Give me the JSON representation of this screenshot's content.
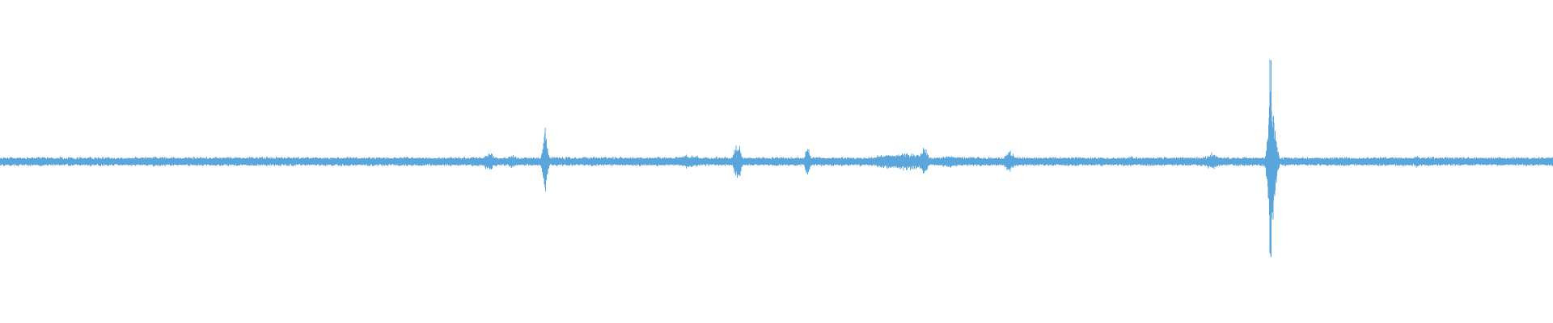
{
  "waveform": {
    "wave_color": "#5aa6dc",
    "background_color": "#ffffff",
    "baseline_amplitude": 0.02,
    "noise_amplitude": 0.012,
    "peaks": [
      {
        "position": 0.019,
        "amplitude": 0.035,
        "width": 0.002
      },
      {
        "position": 0.099,
        "amplitude": 0.04,
        "width": 0.003
      },
      {
        "position": 0.1,
        "amplitude": 0.035,
        "width": 0.004
      },
      {
        "position": 0.224,
        "amplitude": 0.035,
        "width": 0.006
      },
      {
        "position": 0.315,
        "amplitude": 0.06,
        "width": 0.006
      },
      {
        "position": 0.33,
        "amplitude": 0.05,
        "width": 0.004
      },
      {
        "position": 0.351,
        "amplitude": 0.24,
        "width": 0.002
      },
      {
        "position": 0.444,
        "amplitude": 0.05,
        "width": 0.01
      },
      {
        "position": 0.475,
        "amplitude": 0.13,
        "width": 0.003
      },
      {
        "position": 0.52,
        "amplitude": 0.11,
        "width": 0.002
      },
      {
        "position": 0.57,
        "amplitude": 0.05,
        "width": 0.012
      },
      {
        "position": 0.584,
        "amplitude": 0.065,
        "width": 0.015
      },
      {
        "position": 0.595,
        "amplitude": 0.11,
        "width": 0.003
      },
      {
        "position": 0.612,
        "amplitude": 0.045,
        "width": 0.01
      },
      {
        "position": 0.65,
        "amplitude": 0.075,
        "width": 0.004
      },
      {
        "position": 0.728,
        "amplitude": 0.04,
        "width": 0.004
      },
      {
        "position": 0.78,
        "amplitude": 0.06,
        "width": 0.006
      },
      {
        "position": 0.818,
        "amplitude": 0.96,
        "width": 0.0012
      },
      {
        "position": 0.819,
        "amplitude": 0.45,
        "width": 0.003
      },
      {
        "position": 0.912,
        "amplitude": 0.045,
        "width": 0.003
      }
    ]
  }
}
